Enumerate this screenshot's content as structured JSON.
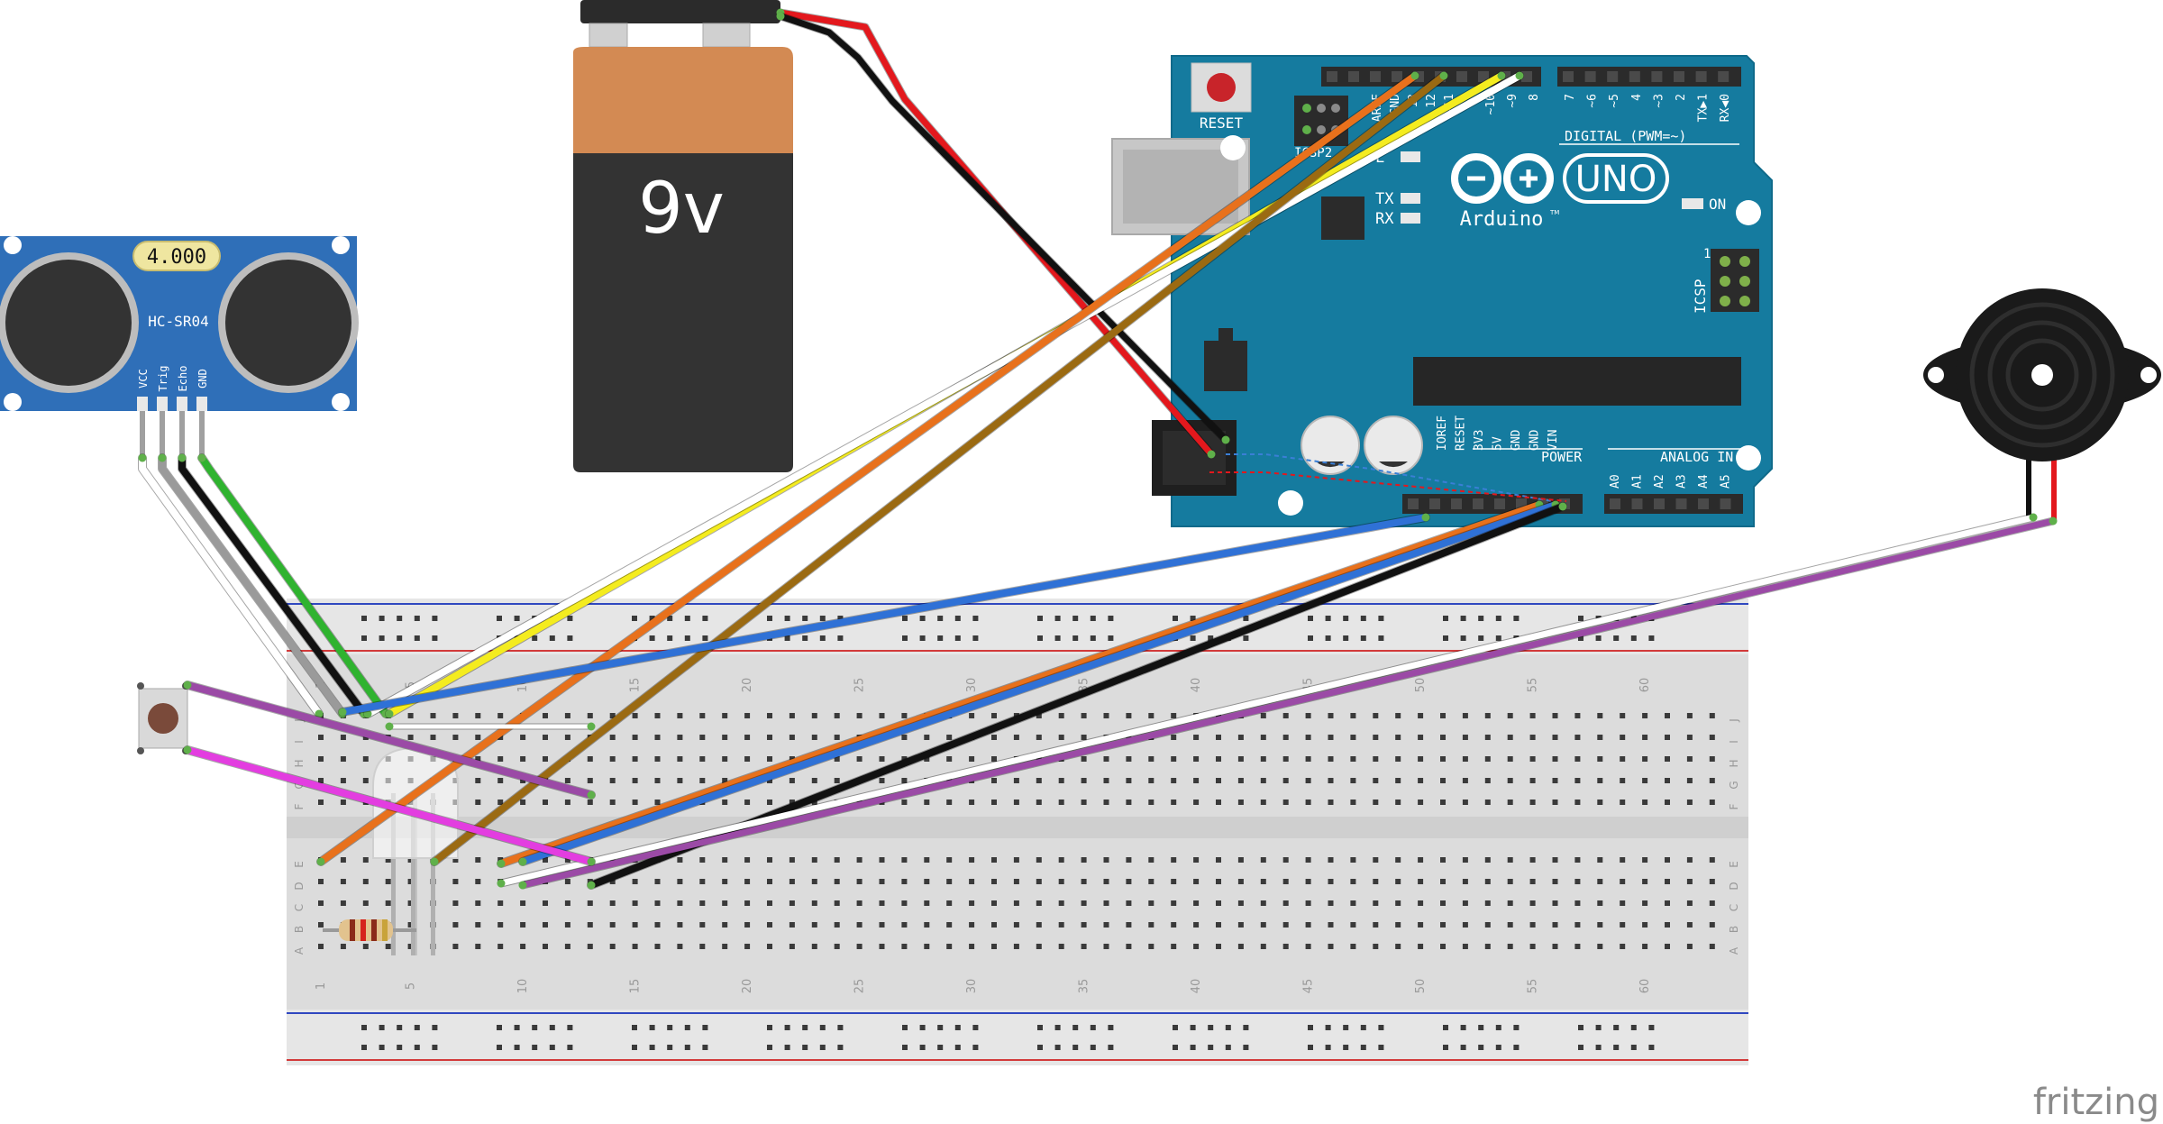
{
  "battery": {
    "label": "9v"
  },
  "sensor": {
    "model": "HC-SR04",
    "display": "4.000",
    "pins": [
      "VCC",
      "Trig",
      "Echo",
      "GND"
    ]
  },
  "arduino": {
    "reset_label": "RESET",
    "icsp2_label": "ICSP2",
    "icsp_label": "ICSP",
    "icsp_pin1": "1",
    "aref_labels": [
      "AREF",
      "GND",
      "13",
      "12",
      "~11"
    ],
    "pwm_labels": [
      "~10",
      "~9",
      "8"
    ],
    "digital_labels": [
      "7",
      "~6",
      "~5",
      "4",
      "~3",
      "2",
      "TX▶1",
      "RX◀0"
    ],
    "digital_caption": "DIGITAL (PWM=~)",
    "led_labels": [
      "L",
      "TX",
      "RX"
    ],
    "uno": "UNO",
    "brand": "Arduino",
    "brand_tm": "TM",
    "on_label": "ON",
    "power_caption": "POWER",
    "power_labels": [
      "IOREF",
      "RESET",
      "3V3",
      "5V",
      "GND",
      "GND",
      "VIN"
    ],
    "analog_caption": "ANALOG IN",
    "analog_labels": [
      "A0",
      "A1",
      "A2",
      "A3",
      "A4",
      "A5"
    ]
  },
  "breadboard": {
    "column_numbers": [
      "1",
      "5",
      "10",
      "15",
      "20",
      "25",
      "30",
      "35",
      "40",
      "45",
      "50",
      "55",
      "60"
    ],
    "rows_top": [
      "J",
      "I",
      "H",
      "G",
      "F"
    ],
    "rows_bottom": [
      "E",
      "D",
      "C",
      "B",
      "A"
    ]
  },
  "watermark": "fritzing",
  "colors": {
    "arduino": "#157b9f",
    "sensor": "#2f6fb8",
    "battery_top": "#d38a53",
    "battery_body": "#333333",
    "wire_red": "#e3181d",
    "wire_black": "#111111",
    "wire_yellow": "#f4ec1f",
    "wire_white": "#ffffff",
    "wire_orange": "#e8711c",
    "wire_brown": "#9b6a12",
    "wire_blue": "#2f71d6",
    "wire_green": "#2fb32f",
    "wire_purple": "#9b4aa6",
    "wire_magenta": "#e33de0"
  }
}
